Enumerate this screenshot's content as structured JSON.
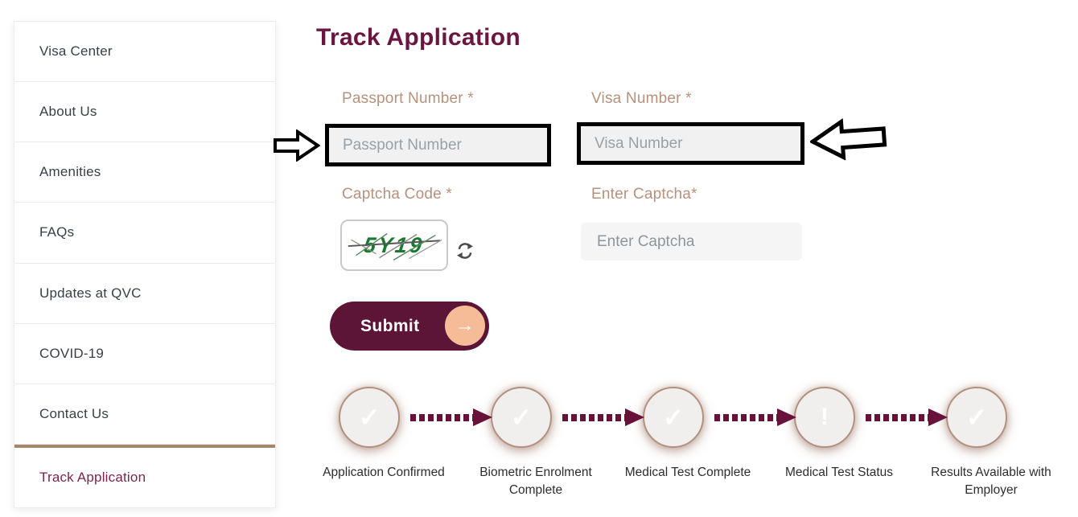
{
  "page": {
    "title": "Track Application"
  },
  "sidebar": {
    "items": [
      {
        "label": "Visa Center",
        "active": false
      },
      {
        "label": "About Us",
        "active": false
      },
      {
        "label": "Amenities",
        "active": false
      },
      {
        "label": "FAQs",
        "active": false
      },
      {
        "label": "Updates at QVC",
        "active": false
      },
      {
        "label": "COVID-19",
        "active": false
      },
      {
        "label": "Contact Us",
        "active": false
      },
      {
        "label": "Track Application",
        "active": true
      }
    ]
  },
  "form": {
    "passport": {
      "label": "Passport Number *",
      "placeholder": "Passport Number",
      "value": ""
    },
    "visa": {
      "label": "Visa Number *",
      "placeholder": "Visa Number",
      "value": ""
    },
    "captcha": {
      "label": "Captcha Code *",
      "code": "5Y19"
    },
    "enter_captcha": {
      "label": "Enter Captcha*",
      "placeholder": "Enter Captcha",
      "value": ""
    },
    "submit_label": "Submit",
    "submit_arrow_glyph": "→"
  },
  "tracker": {
    "steps": [
      {
        "label": "Application Confirmed",
        "icon": "check",
        "glyph": "✓"
      },
      {
        "label": "Biometric Enrolment Complete",
        "icon": "check",
        "glyph": "✓"
      },
      {
        "label": "Medical Test Complete",
        "icon": "check",
        "glyph": "✓"
      },
      {
        "label": "Medical Test Status",
        "icon": "exclamation",
        "glyph": "!"
      },
      {
        "label": "Results Available with Employer",
        "icon": "check",
        "glyph": "✓"
      }
    ]
  },
  "colors": {
    "maroon_title": "#6b1541",
    "maroon_button": "#5c1536",
    "maroon_dash": "#681139",
    "active_link": "#7c2450",
    "label_tan": "#b8917c",
    "divider_tan": "#a5876e",
    "circle_border": "#b3917f",
    "circle_bg": "#f1eeee",
    "peach_circle": "#f6bb97",
    "captcha_green": "#177a2e",
    "input_bg": "#f1f1f1",
    "annotation_black": "#000000"
  }
}
